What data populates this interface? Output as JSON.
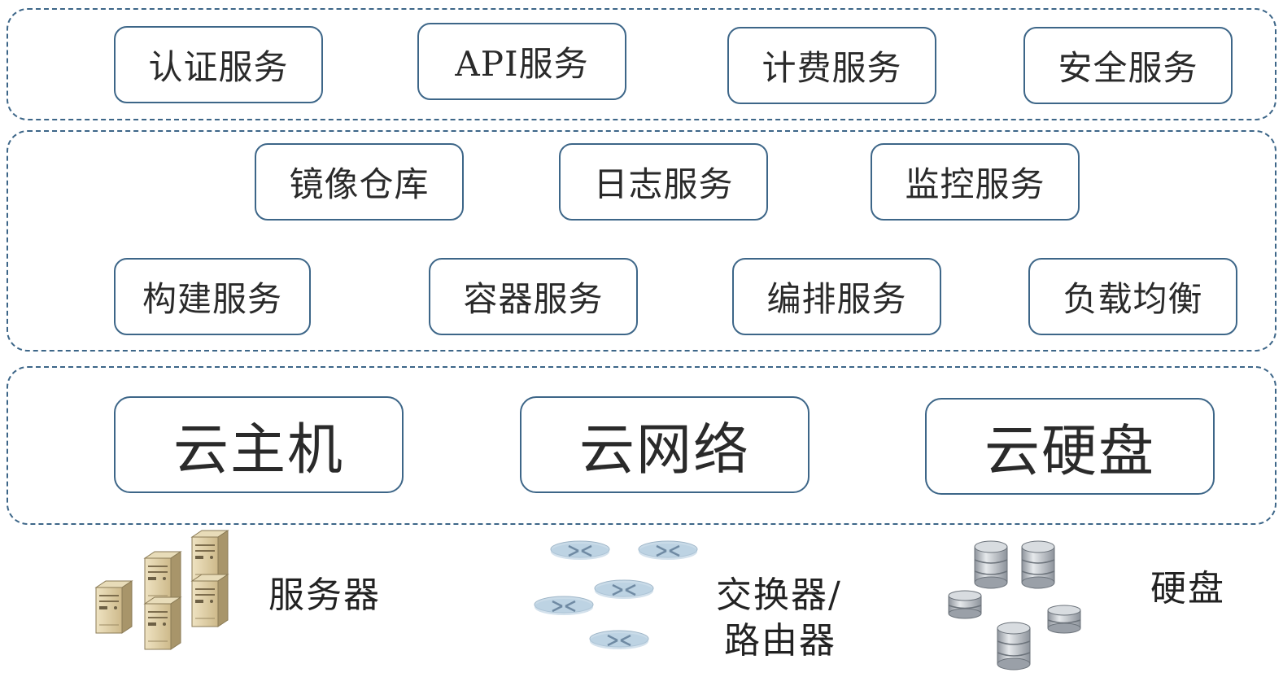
{
  "layers": {
    "top": {
      "services": [
        "认证服务",
        "API服务",
        "计费服务",
        "安全服务"
      ]
    },
    "middle": {
      "row1": [
        "镜像仓库",
        "日志服务",
        "监控服务"
      ],
      "row2": [
        "构建服务",
        "容器服务",
        "编排服务",
        "负载均衡"
      ]
    },
    "infra": {
      "items": [
        "云主机",
        "云网络",
        "云硬盘"
      ]
    }
  },
  "hardware": {
    "servers_label": "服务器",
    "network_label_line1": "交换器/",
    "network_label_line2": "路由器",
    "disks_label": "硬盘"
  },
  "colors": {
    "border": "#3d6688",
    "server_beige": "#d9c9a0",
    "switch_blue": "#a9c3d8",
    "disk_gray": "#b8bcc2"
  }
}
